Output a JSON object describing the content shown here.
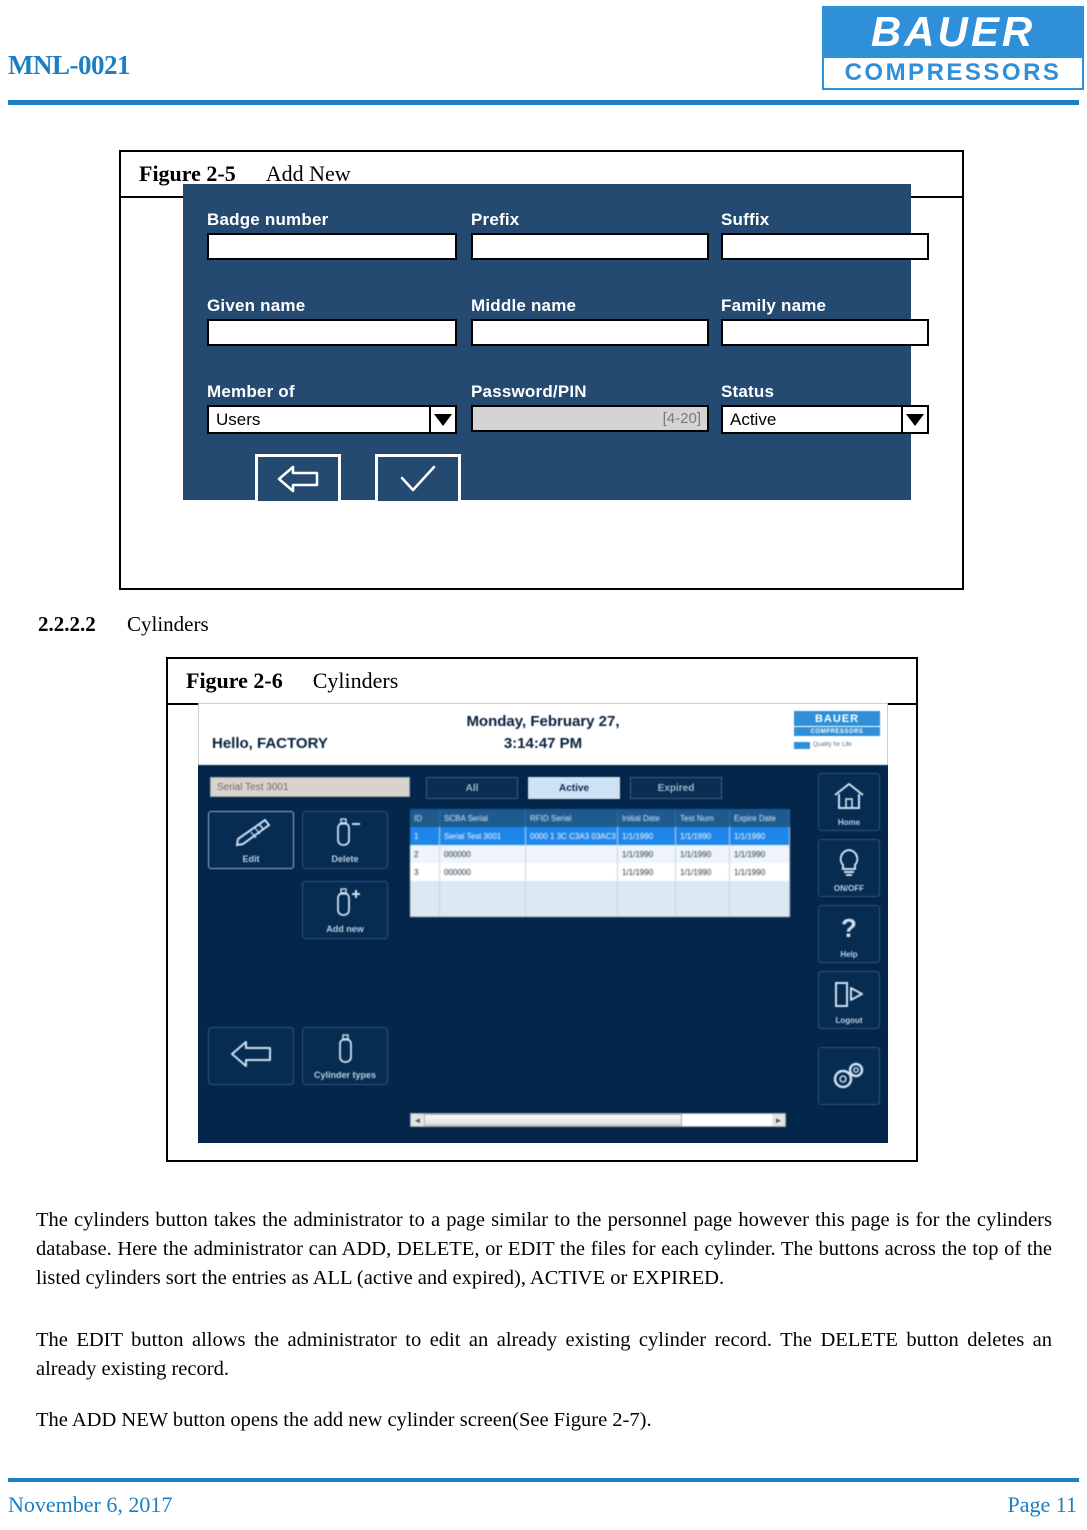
{
  "header": {
    "doc_id": "MNL-0021",
    "logo": {
      "top": "BAUER",
      "bottom": "COMPRESSORS"
    },
    "accent_color": "#1b7fc4"
  },
  "figure_2_5": {
    "number": "Figure 2-5",
    "title": "Add New",
    "panel_color": "#254a71",
    "fields": [
      {
        "label": "Badge number",
        "value": "",
        "type": "text"
      },
      {
        "label": "Prefix",
        "value": "",
        "type": "text"
      },
      {
        "label": "Suffix",
        "value": "",
        "type": "text"
      },
      {
        "label": "Given name",
        "value": "",
        "type": "text"
      },
      {
        "label": "Middle name",
        "value": "",
        "type": "text"
      },
      {
        "label": "Family name",
        "value": "",
        "type": "text"
      },
      {
        "label": "Member of",
        "value": "Users",
        "type": "select"
      },
      {
        "label": "Password/PIN",
        "value": "",
        "hint": "[4-20]",
        "type": "disabled-text"
      },
      {
        "label": "Status",
        "value": "Active",
        "type": "select"
      }
    ],
    "buttons": [
      {
        "name": "back-button",
        "icon": "left-arrow-icon"
      },
      {
        "name": "confirm-button",
        "icon": "checkmark-icon"
      }
    ]
  },
  "section": {
    "number": "2.2.2.2",
    "title": "Cylinders"
  },
  "figure_2_6": {
    "number": "Figure 2-6",
    "title": "Cylinders",
    "screen": {
      "background": "#03264a",
      "greeting": "Hello, FACTORY",
      "date_line_1": "Monday, February 27,",
      "date_line_2": "3:14:47 PM",
      "logo": {
        "top": "BAUER",
        "mid": "COMPRESSORS",
        "tagline": "Quality for Life"
      },
      "search_value": "Serial Test 3001",
      "filters": [
        {
          "label": "All",
          "active": false
        },
        {
          "label": "Active",
          "active": true
        },
        {
          "label": "Expired",
          "active": false
        }
      ],
      "tools": [
        {
          "label": "Edit",
          "icon": "pencil-icon",
          "selected": true
        },
        {
          "label": "Delete",
          "icon": "cylinder-minus-icon",
          "selected": false
        },
        {
          "label": "Add new",
          "icon": "cylinder-plus-icon",
          "selected": false
        },
        {
          "label": "",
          "icon": "back-arrow-icon",
          "selected": false
        },
        {
          "label": "Cylinder types",
          "icon": "cylinder-icon",
          "selected": false
        }
      ],
      "nav": [
        {
          "label": "Home",
          "icon": "house-icon"
        },
        {
          "label": "ON/OFF",
          "icon": "lightbulb-icon"
        },
        {
          "label": "Help",
          "icon": "question-mark-icon"
        },
        {
          "label": "Logout",
          "icon": "logout-door-icon"
        },
        {
          "label": "",
          "icon": "gears-icon"
        }
      ],
      "table": {
        "columns": [
          "ID",
          "SCBA Serial",
          "RFID Serial",
          "Initial Date",
          "Test Num",
          "Expire Date"
        ],
        "rows": [
          {
            "selected": true,
            "cells": [
              "1",
              "Serial Test 3001",
              "0000 1 3C C3A3 03AC3",
              "1/1/1990",
              "1/1/1990",
              "1/1/1990"
            ]
          },
          {
            "selected": false,
            "cells": [
              "2",
              "000000",
              "",
              "1/1/1990",
              "1/1/1990",
              "1/1/1990"
            ]
          },
          {
            "selected": false,
            "cells": [
              "3",
              "000000",
              "",
              "1/1/1990",
              "1/1/1990",
              "1/1/1990"
            ]
          }
        ]
      },
      "scrollbar": {
        "left_arrow": "◄",
        "right_arrow": "►",
        "thumb_percent": 74
      }
    }
  },
  "body": {
    "para_1": "The cylinders button takes the administrator to a page similar to the personnel page however this page is for the cylinders database. Here the administrator can ADD, DELETE, or EDIT the files for each cylinder. The buttons across the top of the listed cylinders sort the entries as ALL (active and expired), ACTIVE or EXPIRED.",
    "para_2": "The EDIT button allows the administrator to edit an already existing cylinder record. The DELETE button deletes an already existing record.",
    "para_3": "The ADD NEW button opens the add new cylinder screen(See Figure 2-7)."
  },
  "footer": {
    "date": "November 6, 2017",
    "page": "Page 11"
  }
}
